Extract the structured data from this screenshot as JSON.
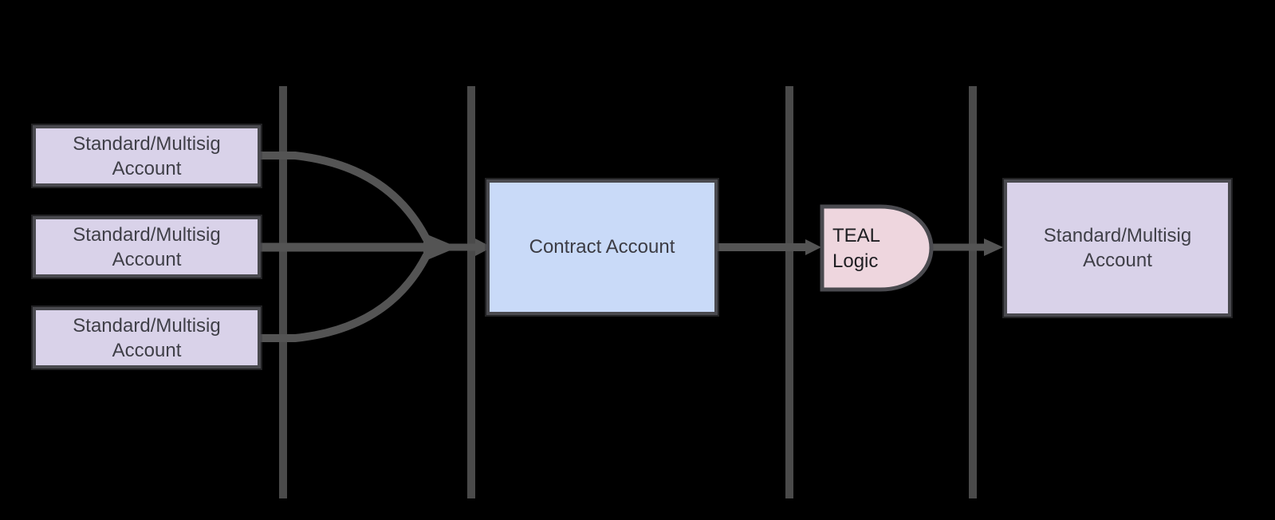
{
  "diagram": {
    "background": "#000000",
    "colors": {
      "lane_line": "#4a4a4a",
      "connector": "#545454",
      "box_border": "#4a4a4f",
      "source_fill": "#d9d2e9",
      "contract_fill": "#c9daf8",
      "teal_fill": "#eed6de",
      "account_text": "#3f3f47",
      "teal_text": "#1e1e22"
    },
    "nodes": {
      "source_accounts": [
        {
          "lines": [
            "Standard/Multisig",
            "Account"
          ]
        },
        {
          "lines": [
            "Standard/Multisig",
            "Account"
          ]
        },
        {
          "lines": [
            "Standard/Multisig",
            "Account"
          ]
        }
      ],
      "contract_account": {
        "label": "Contract Account"
      },
      "teal_logic": {
        "lines": [
          "TEAL",
          "Logic"
        ]
      },
      "destination_account": {
        "lines": [
          "Standard/Multisig",
          "Account"
        ]
      }
    }
  }
}
